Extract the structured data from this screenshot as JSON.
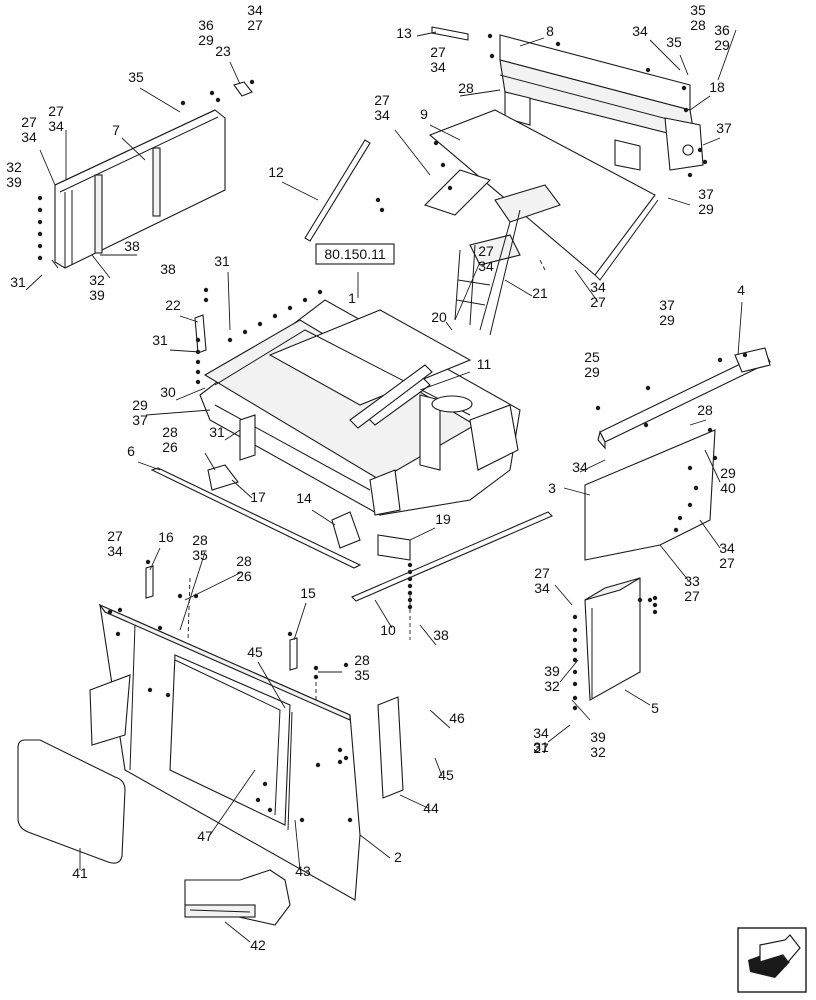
{
  "reference_box": "80.150.11",
  "callouts": [
    {
      "id": "c1",
      "lines": [
        "1"
      ]
    },
    {
      "id": "c2",
      "lines": [
        "2"
      ]
    },
    {
      "id": "c3",
      "lines": [
        "3"
      ]
    },
    {
      "id": "c4",
      "lines": [
        "4"
      ]
    },
    {
      "id": "c5",
      "lines": [
        "5"
      ]
    },
    {
      "id": "c6",
      "lines": [
        "6"
      ]
    },
    {
      "id": "c7",
      "lines": [
        "7"
      ]
    },
    {
      "id": "c8",
      "lines": [
        "8"
      ]
    },
    {
      "id": "c9",
      "lines": [
        "9"
      ]
    },
    {
      "id": "c10",
      "lines": [
        "10"
      ]
    },
    {
      "id": "c11",
      "lines": [
        "11"
      ]
    },
    {
      "id": "c12",
      "lines": [
        "12"
      ]
    },
    {
      "id": "c13",
      "lines": [
        "13"
      ]
    },
    {
      "id": "c14",
      "lines": [
        "14"
      ]
    },
    {
      "id": "c15",
      "lines": [
        "15"
      ]
    },
    {
      "id": "c16",
      "lines": [
        "16"
      ]
    },
    {
      "id": "c17",
      "lines": [
        "17"
      ]
    },
    {
      "id": "c18",
      "lines": [
        "18"
      ]
    },
    {
      "id": "c19",
      "lines": [
        "19"
      ]
    },
    {
      "id": "c20",
      "lines": [
        "20"
      ]
    },
    {
      "id": "c21",
      "lines": [
        "21"
      ]
    },
    {
      "id": "c22",
      "lines": [
        "22"
      ]
    },
    {
      "id": "c23",
      "lines": [
        "23"
      ]
    },
    {
      "id": "c25_29",
      "lines": [
        "25",
        "29"
      ]
    },
    {
      "id": "c27_34_a",
      "lines": [
        "27",
        "34"
      ]
    },
    {
      "id": "c27_34_b",
      "lines": [
        "27",
        "34"
      ]
    },
    {
      "id": "c27_34_c",
      "lines": [
        "27",
        "34"
      ]
    },
    {
      "id": "c27_34_d",
      "lines": [
        "27",
        "34"
      ]
    },
    {
      "id": "c27_34_e",
      "lines": [
        "27",
        "34"
      ]
    },
    {
      "id": "c27_34_f",
      "lines": [
        "27",
        "34"
      ]
    },
    {
      "id": "c27_34_g",
      "lines": [
        "27",
        "34"
      ]
    },
    {
      "id": "c34_27_a",
      "lines": [
        "34",
        "27"
      ]
    },
    {
      "id": "c34_27_b",
      "lines": [
        "34",
        "27"
      ]
    },
    {
      "id": "c34_27_c",
      "lines": [
        "34",
        "27"
      ]
    },
    {
      "id": "c33_27",
      "lines": [
        "33",
        "27"
      ]
    },
    {
      "id": "c28_a",
      "lines": [
        "28"
      ]
    },
    {
      "id": "c28_b",
      "lines": [
        "28"
      ]
    },
    {
      "id": "c28_26_a",
      "lines": [
        "28",
        "26"
      ]
    },
    {
      "id": "c28_26_b",
      "lines": [
        "28",
        "26"
      ]
    },
    {
      "id": "c28_35_a",
      "lines": [
        "28",
        "35"
      ]
    },
    {
      "id": "c28_35_b",
      "lines": [
        "28",
        "35"
      ]
    },
    {
      "id": "c29_37",
      "lines": [
        "29",
        "37"
      ]
    },
    {
      "id": "c29_40",
      "lines": [
        "29",
        "40"
      ]
    },
    {
      "id": "c30",
      "lines": [
        "30"
      ]
    },
    {
      "id": "c31_a",
      "lines": [
        "31"
      ]
    },
    {
      "id": "c31_b",
      "lines": [
        "31"
      ]
    },
    {
      "id": "c31_c",
      "lines": [
        "31"
      ]
    },
    {
      "id": "c31_d",
      "lines": [
        "31"
      ]
    },
    {
      "id": "c31_e",
      "lines": [
        "31"
      ]
    },
    {
      "id": "c32_39_a",
      "lines": [
        "32",
        "39"
      ]
    },
    {
      "id": "c32_39_b",
      "lines": [
        "32",
        "39"
      ]
    },
    {
      "id": "c39_32_a",
      "lines": [
        "39",
        "32"
      ]
    },
    {
      "id": "c39_32_b",
      "lines": [
        "39",
        "32"
      ]
    },
    {
      "id": "c34_a",
      "lines": [
        "34"
      ]
    },
    {
      "id": "c34_b",
      "lines": [
        "34"
      ]
    },
    {
      "id": "c35_a",
      "lines": [
        "35"
      ]
    },
    {
      "id": "c35_b",
      "lines": [
        "35"
      ]
    },
    {
      "id": "c35_28_36_29",
      "lines": [
        "35",
        "28"
      ]
    },
    {
      "id": "c36_29_a",
      "lines": [
        "36",
        "29"
      ]
    },
    {
      "id": "c36_29_b",
      "lines": [
        "36",
        "29"
      ]
    },
    {
      "id": "c34_27_top",
      "lines": [
        "34",
        "27"
      ]
    },
    {
      "id": "c37",
      "lines": [
        "37"
      ]
    },
    {
      "id": "c37_29_a",
      "lines": [
        "37",
        "29"
      ]
    },
    {
      "id": "c37_29_b",
      "lines": [
        "37",
        "29"
      ]
    },
    {
      "id": "c38_a",
      "lines": [
        "38"
      ]
    },
    {
      "id": "c38_b",
      "lines": [
        "38"
      ]
    },
    {
      "id": "c38_c",
      "lines": [
        "38"
      ]
    },
    {
      "id": "c41",
      "lines": [
        "41"
      ]
    },
    {
      "id": "c42",
      "lines": [
        "42"
      ]
    },
    {
      "id": "c43",
      "lines": [
        "43"
      ]
    },
    {
      "id": "c44",
      "lines": [
        "44"
      ]
    },
    {
      "id": "c45_a",
      "lines": [
        "45"
      ]
    },
    {
      "id": "c45_b",
      "lines": [
        "45"
      ]
    },
    {
      "id": "c46",
      "lines": [
        "46"
      ]
    },
    {
      "id": "c47",
      "lines": [
        "47"
      ]
    }
  ],
  "icons": {
    "corner_logo": "exploded-view-arrow-icon"
  }
}
